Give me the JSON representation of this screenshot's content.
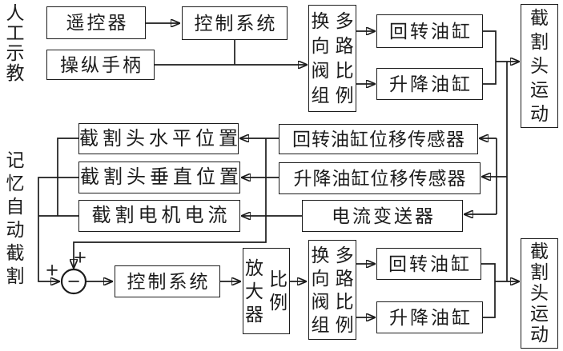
{
  "colors": {
    "line": "#1c1c1c",
    "background": "#ffffff"
  },
  "side_labels": {
    "manual_teaching": "人工示教",
    "memory_auto_cut": "记忆自动截割"
  },
  "top_section": {
    "remote_control": "遥控器",
    "control_system": "控制系统",
    "joystick": "操纵手柄",
    "valve_left_col": "换向阀组",
    "valve_right_col": "多路比例",
    "rotary_cylinder": "回转油缸",
    "lift_cylinder": "升降油缸",
    "head_motion": "截割头运动"
  },
  "feedback_section": {
    "head_horizontal_position": "截割头水平位置",
    "head_vertical_position": "截割头垂直位置",
    "cutting_motor_current": "截割电机电流",
    "rotary_cylinder_displacement_sensor": "回转油缸位移传感器",
    "lift_cylinder_displacement_sensor": "升降油缸位移传感器",
    "current_transmitter": "电流变送器"
  },
  "bottom_section": {
    "summing_junction": {
      "plus_left": "+",
      "plus_top": "+",
      "minus": "−"
    },
    "control_system": "控制系统",
    "amplifier_left_col": "放大器",
    "amplifier_right_col": "比例",
    "valve_left_col": "换向阀组",
    "valve_right_col": "多路比例",
    "rotary_cylinder": "回转油缸",
    "lift_cylinder": "升降油缸",
    "head_motion": "截割头运动"
  }
}
